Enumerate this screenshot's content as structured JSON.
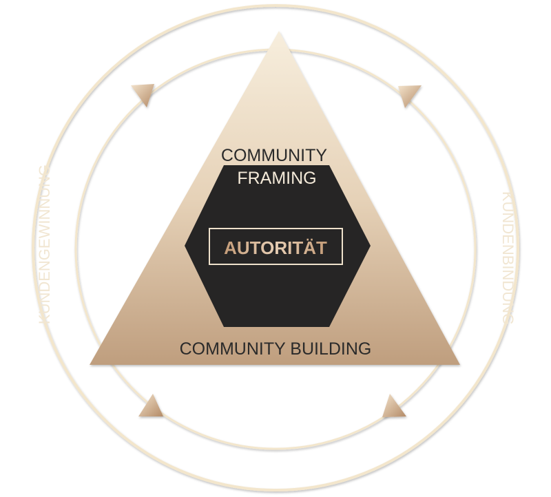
{
  "diagram": {
    "top_label_line1": "COMMUNITY",
    "top_label_line2": "FRAMING",
    "center_label": "AUTORITÄT",
    "bottom_label": "COMMUNITY BUILDING",
    "left_label": "KUNDENGEWINNUNG",
    "right_label": "KUNDENBINDUNG"
  },
  "colors": {
    "triangle_top": "#f6ecda",
    "triangle_bottom": "#c2a283",
    "hexagon": "#262525",
    "center_text": "#d4b396",
    "ring": "#f3e6cc",
    "side_text": "#f1e6d2"
  }
}
